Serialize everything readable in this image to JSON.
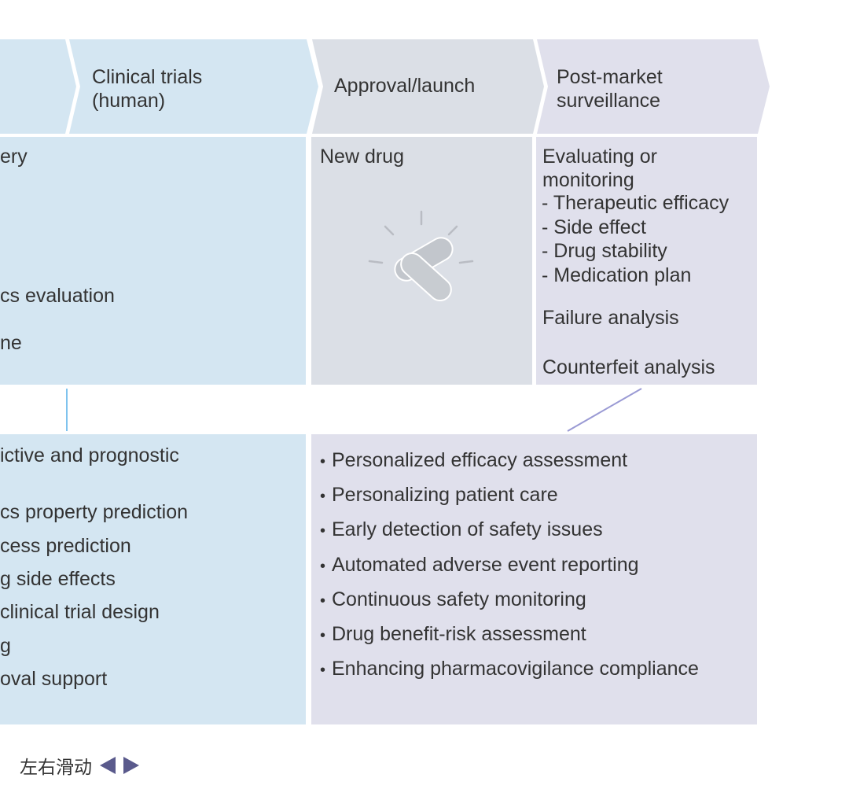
{
  "stages": [
    {
      "id": "clinical",
      "lines": [
        "Clinical trials",
        "(human)"
      ]
    },
    {
      "id": "approval",
      "lines": [
        "Approval/launch"
      ]
    },
    {
      "id": "postmarket",
      "lines": [
        "Post-market",
        "surveillance"
      ]
    }
  ],
  "clinical_panel": {
    "fragments": [
      "ery",
      "cs evaluation",
      "ne"
    ]
  },
  "approval_panel": {
    "label": "New drug",
    "icon": "pill-capsule-icon"
  },
  "postmarket_panel": {
    "title_lines": [
      "Evaluating or",
      "monitoring"
    ],
    "items": [
      "- Therapeutic efficacy",
      "- Side effect",
      "- Drug stability",
      "- Medication plan"
    ],
    "extra": [
      "Failure analysis",
      "Counterfeit analysis"
    ]
  },
  "clinical_ai": {
    "items": [
      "ictive and prognostic",
      "cs property prediction",
      "cess prediction",
      "g side effects",
      "clinical trial design",
      "g",
      "oval support"
    ]
  },
  "postmarket_ai": {
    "items": [
      "Personalized efficacy assessment",
      "Personalizing patient care",
      "Early detection of safety issues",
      "Automated adverse event reporting",
      "Continuous safety monitoring",
      "Drug benefit-risk assessment",
      "Enhancing pharmacovigilance compliance"
    ]
  },
  "nav": {
    "label": "左右滑动",
    "prev_icon": "triangle-left-icon",
    "next_icon": "triangle-right-icon"
  },
  "colors": {
    "clinical": "#d4e6f2",
    "approval": "#dbdfe6",
    "postmarket": "#e0e0ec",
    "text": "#333333",
    "connector_blue": "#7fc3ee",
    "connector_purple": "#9a9ad4",
    "nav_arrow": "#5a5a8c"
  }
}
